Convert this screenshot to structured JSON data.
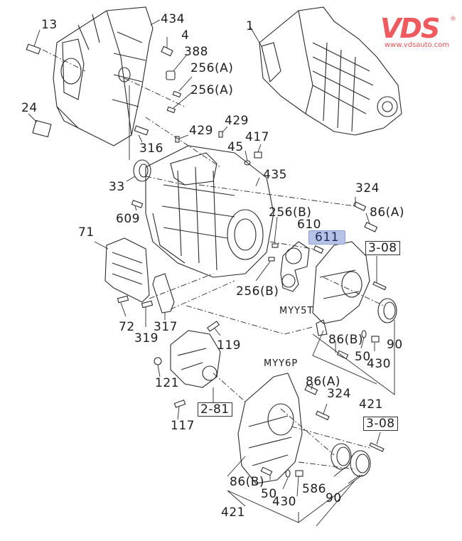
{
  "watermark": {
    "brand": "VDS",
    "registered": "®",
    "url": "www.vdsauto.com",
    "color": "#ef5a5e"
  },
  "variants": {
    "upper": "MYY5T",
    "lower": "MYY6P"
  },
  "highlight_color": "#b7c3e6",
  "parts": {
    "p1": "1",
    "p13": "13",
    "p434": "434",
    "p4": "4",
    "p388": "388",
    "p256a_1": "256(A)",
    "p256a_2": "256(A)",
    "p24": "24",
    "p316": "316",
    "p429_1": "429",
    "p429_2": "429",
    "p417": "417",
    "p45": "45",
    "p33": "33",
    "p435": "435",
    "p609": "609",
    "p324_top": "324",
    "p86a_top": "86(A)",
    "p256b_1": "256(B)",
    "p610": "610",
    "p611": "611",
    "ref308_top": "3-08",
    "p71": "71",
    "p256b_2": "256(B)",
    "p72": "72",
    "p319": "319",
    "p317": "317",
    "p90_top": "90",
    "p86b_top": "86(B)",
    "p50_top": "50",
    "p430_top": "430",
    "p119": "119",
    "p121": "121",
    "p421_top": "421",
    "ref281": "2-81",
    "p117": "117",
    "p86a_bot": "86(A)",
    "p324_bot": "324",
    "ref308_bot": "3-08",
    "p86b_bot": "86(B)",
    "p50_bot": "50",
    "p430_bot": "430",
    "p586": "586",
    "p90_bot": "90",
    "p421_bot": "421"
  }
}
